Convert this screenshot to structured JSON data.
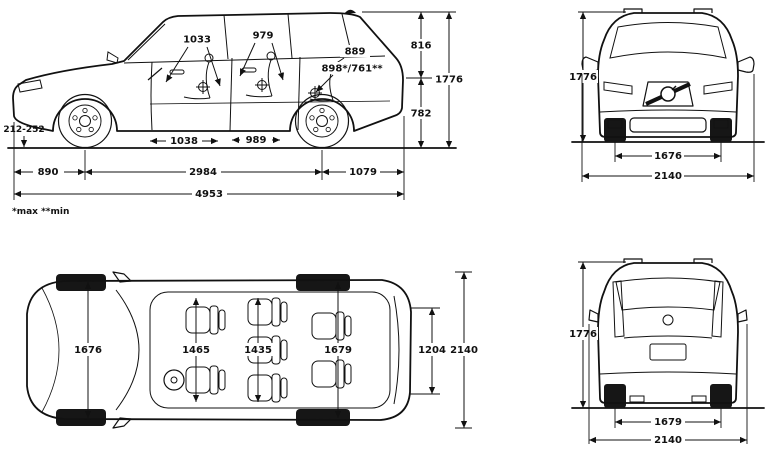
{
  "note": "*max  **min",
  "line_color": "#111111",
  "side": {
    "door_front_top": "1033",
    "door_rear_top": "979",
    "cargo_length": "889",
    "cargo_height_maxmin": "898*/761**",
    "liftgate_upper_height": "816",
    "overall_height": "1776",
    "liftgate_lower_height": "782",
    "ground_clearance": "212-252",
    "door_front_bottom": "1038",
    "door_rear_bottom": "989",
    "front_overhang": "890",
    "wheelbase": "2984",
    "rear_overhang": "1079",
    "overall_length": "4953"
  },
  "front": {
    "overall_height": "1776",
    "track": "1676",
    "overall_width": "2140"
  },
  "top": {
    "front_interior_width": "1676",
    "shoulder_front": "1465",
    "shoulder_rear": "1435",
    "rear_interior_width": "1679",
    "load_width": "1204",
    "overall_width": "2140"
  },
  "rear": {
    "overall_height": "1776",
    "track": "1679",
    "overall_width": "2140"
  }
}
